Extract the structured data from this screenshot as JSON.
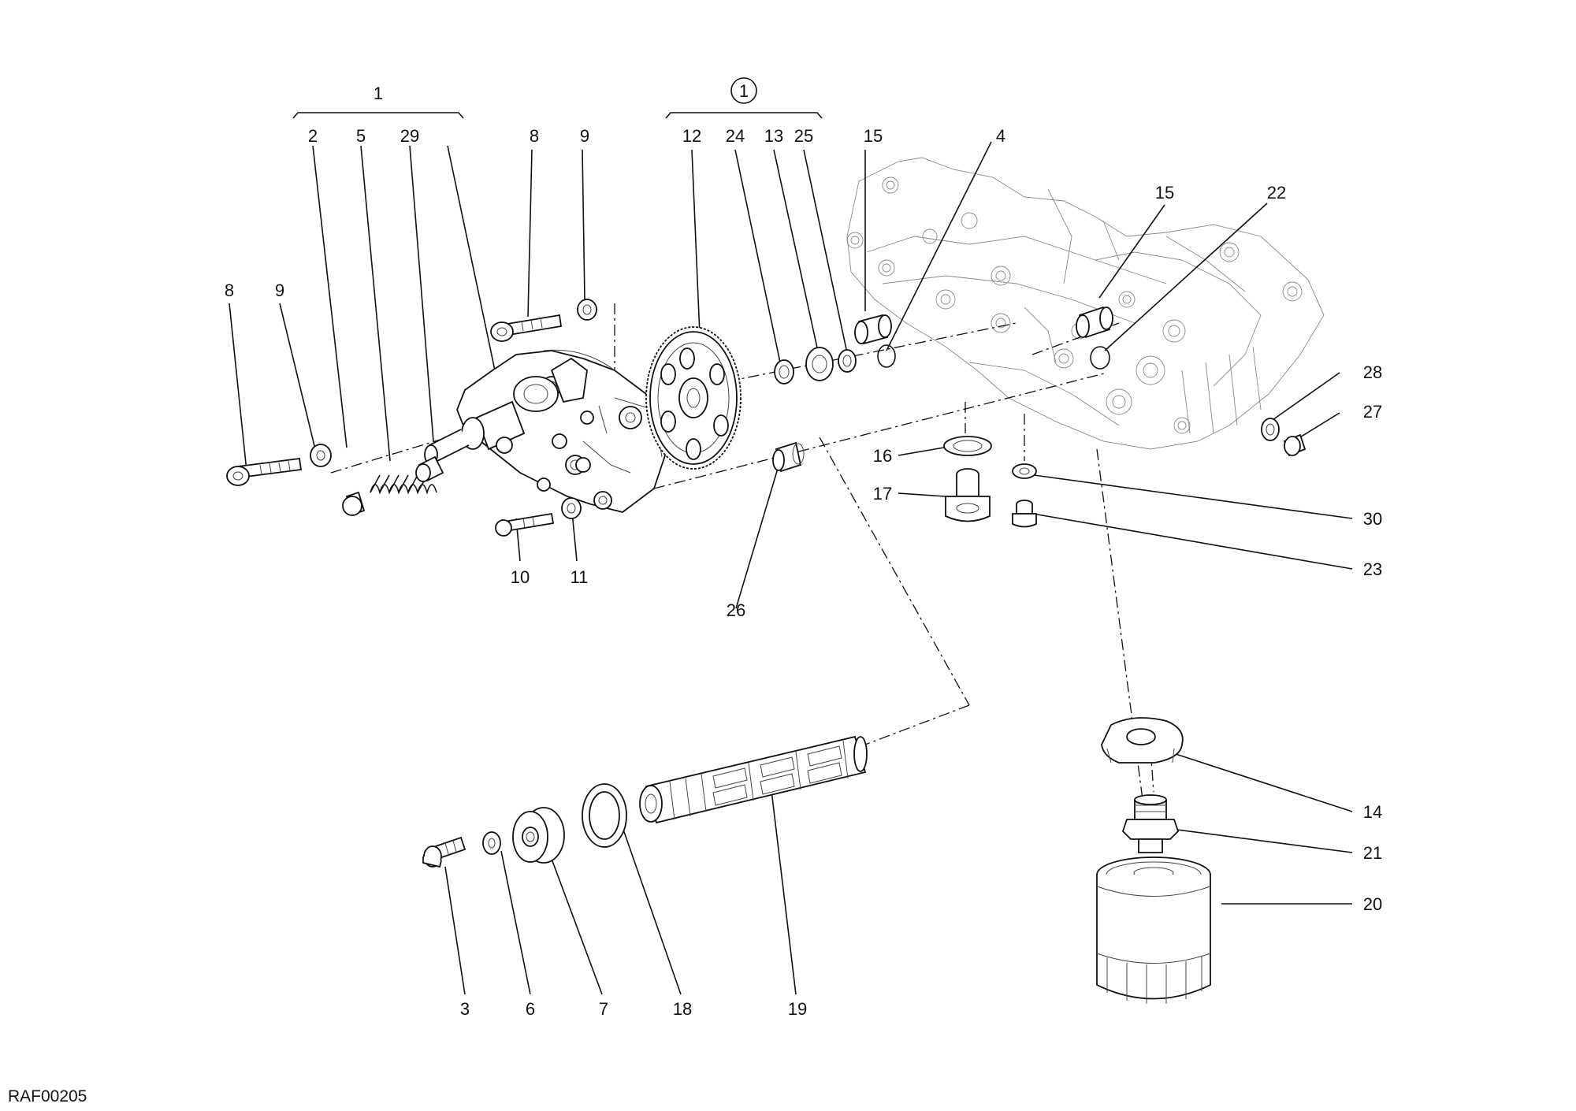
{
  "drawing_ref": "RAF00205",
  "groups": [
    {
      "id": "assembly-1",
      "label": "1",
      "circled": false
    },
    {
      "id": "assembly-circled-1",
      "label": "1",
      "circled": true
    }
  ],
  "callouts": {
    "c2": "2",
    "c5": "5",
    "c29": "29",
    "c8a": "8",
    "c9a": "9",
    "c8b": "8",
    "c9b": "9",
    "c12": "12",
    "c24": "24",
    "c13": "13",
    "c25": "25",
    "c15a": "15",
    "c4": "4",
    "c15b": "15",
    "c22": "22",
    "c28": "28",
    "c27": "27",
    "c16": "16",
    "c17": "17",
    "c30": "30",
    "c23": "23",
    "c10": "10",
    "c11": "11",
    "c26": "26",
    "c14": "14",
    "c21": "21",
    "c20": "20",
    "c3": "3",
    "c6": "6",
    "c7": "7",
    "c18": "18",
    "c19": "19"
  }
}
